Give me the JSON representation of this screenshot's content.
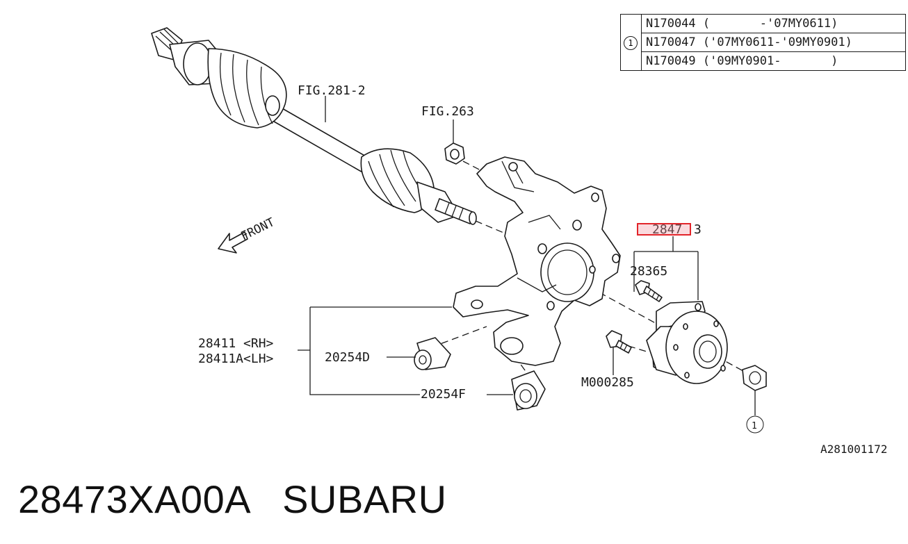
{
  "supersession_table": {
    "marker": "1",
    "rows": [
      "N170044 (       -'07MY0611)",
      "N170047 ('07MY0611-'09MY0901)",
      "N170049 ('09MY0901-       )"
    ]
  },
  "labels": {
    "fig_281_2": "FIG.281-2",
    "fig_263": "FIG.263",
    "front": "FRONT",
    "part_28473_a": "2847",
    "part_28473_b": "3",
    "part_28365": "28365",
    "part_28411_rh": "28411 <RH>",
    "part_28411a_lh": "28411A<LH>",
    "part_20254d": "20254D",
    "part_20254f": "20254F",
    "part_m000285": "M000285",
    "callout_1": "1",
    "diagram_code": "A281001172"
  },
  "highlight_color": "#e2242a",
  "footer": {
    "part_number": "28473XA00A",
    "brand": "SUBARU"
  }
}
